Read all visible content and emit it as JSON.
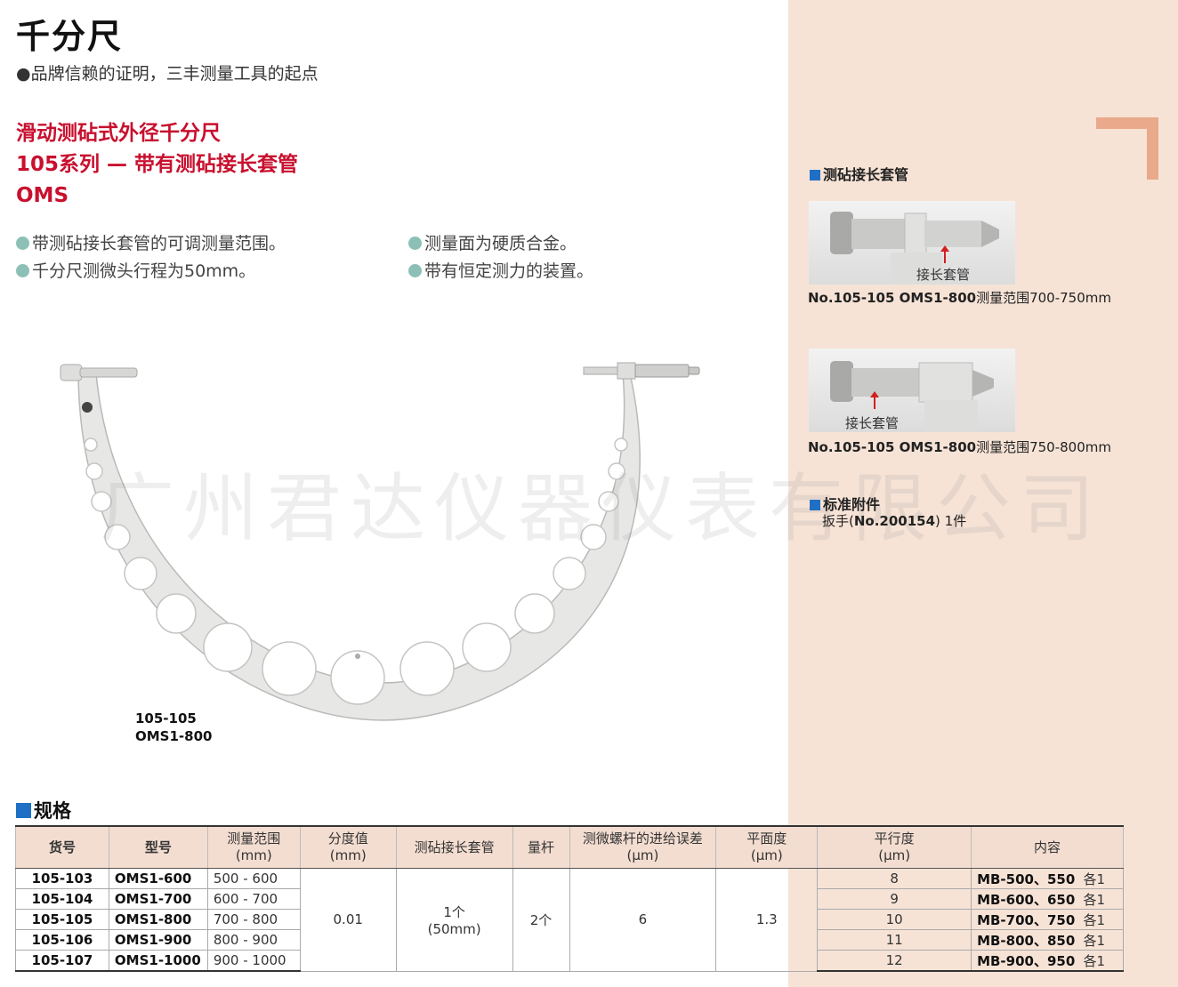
{
  "header": {
    "title": "千分尺",
    "subtitle": "●品牌信赖的证明，三丰测量工具的起点"
  },
  "product": {
    "heading_lines": [
      "滑动测砧式外径千分尺",
      "105系列 — 带有测砧接长套管",
      "OMS"
    ],
    "features": [
      "带测砧接长套管的可调测量范围。",
      "千分尺测微头行程为50mm。",
      "测量面为硬质合金。",
      "带有恒定测力的装置。"
    ],
    "model_caption_line1": "105-105",
    "model_caption_line2": "OMS1-800"
  },
  "watermark": "广州君达仪器仪表有限公司",
  "sidebar": {
    "extension_section_title": "测砧接长套管",
    "photos": [
      {
        "label": "接长套管",
        "caption_code": "No.105-105 OMS1-800",
        "caption_text": "测量范围700-750mm"
      },
      {
        "label": "接长套管",
        "caption_code": "No.105-105 OMS1-800",
        "caption_text": "测量范围750-800mm"
      }
    ],
    "accessory_title": "标准附件",
    "accessory_prefix": "扳手(",
    "accessory_code": "No.200154",
    "accessory_suffix": ") 1件"
  },
  "spec": {
    "title": "规格",
    "headers": {
      "code": "货号",
      "model": "型号",
      "range_line1": "测量范围",
      "range_line2": "(mm)",
      "graduation_line1": "分度值",
      "graduation_line2": "(mm)",
      "extension": "测砧接长套管",
      "standard": "量杆",
      "feed_error_line1": "测微螺杆的进给误差",
      "feed_error_line2": "(µm)",
      "flatness_line1": "平面度",
      "flatness_line2": "(µm)",
      "parallelism_line1": "平行度",
      "parallelism_line2": "(µm)",
      "contents": "内容"
    },
    "shared": {
      "graduation": "0.01",
      "extension_line1": "1个",
      "extension_line2": "(50mm)",
      "standard": "2个",
      "feed_error": "6",
      "flatness": "1.3"
    },
    "rows": [
      {
        "code": "105-103",
        "model": "OMS1-600",
        "range": "500 - 600",
        "parallelism": "8",
        "contents": "MB-500、550",
        "qty": "各1"
      },
      {
        "code": "105-104",
        "model": "OMS1-700",
        "range": "600 - 700",
        "parallelism": "9",
        "contents": "MB-600、650",
        "qty": "各1"
      },
      {
        "code": "105-105",
        "model": "OMS1-800",
        "range": "700 - 800",
        "parallelism": "10",
        "contents": "MB-700、750",
        "qty": "各1"
      },
      {
        "code": "105-106",
        "model": "OMS1-900",
        "range": "800 - 900",
        "parallelism": "11",
        "contents": "MB-800、850",
        "qty": "各1"
      },
      {
        "code": "105-107",
        "model": "OMS1-1000",
        "range": "900 - 1000",
        "parallelism": "12",
        "contents": "MB-900、950",
        "qty": "各1"
      }
    ]
  },
  "colors": {
    "accent_red": "#c8102e",
    "panel_bg": "#f6e3d6",
    "header_bg": "#f3ddd0",
    "square_blue": "#1f6fc5",
    "corner_mark": "#e9a98a"
  }
}
